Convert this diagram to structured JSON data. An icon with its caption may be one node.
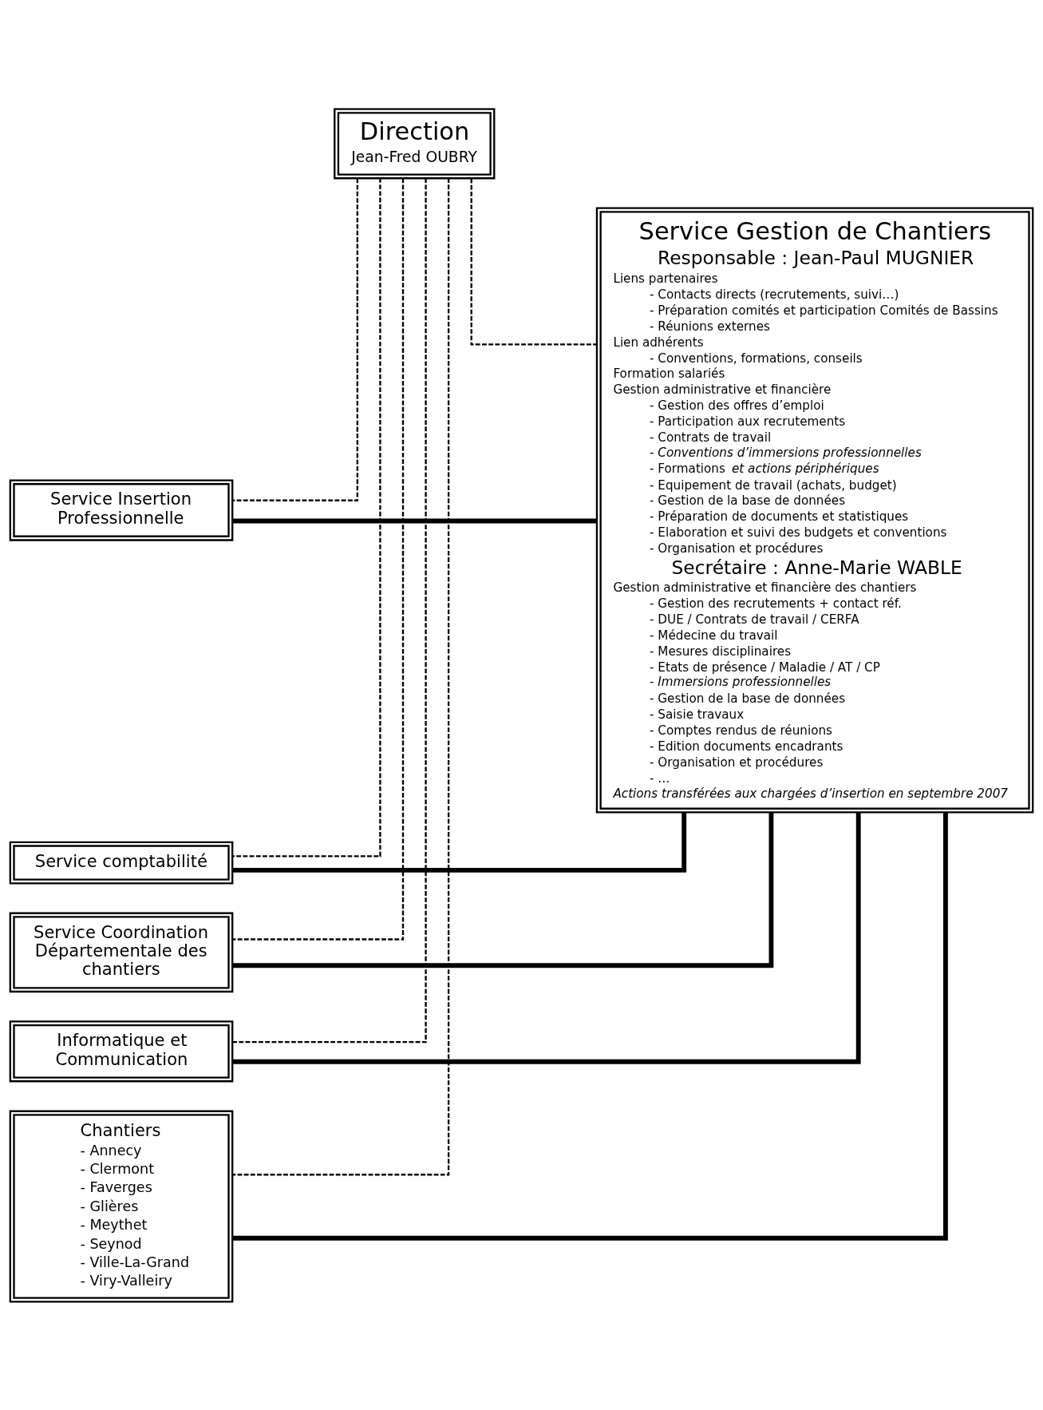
{
  "diagram": {
    "nodes": [
      {
        "text": [
          "Direction",
          "Jean-Fred OUBRY"
        ]
      },
      {
        "text": [
          "Service Insertion Professionnelle"
        ]
      },
      {
        "text": [
          "Service comptabilité"
        ]
      },
      {
        "text": [
          "Service Coordination Départementale des chantiers"
        ]
      },
      {
        "text": [
          "Informatique et Communication"
        ]
      },
      {
        "text": [
          "Chantiers",
          "- Annecy",
          "- Clermont",
          "- Faverges",
          "- Glières",
          "- Meythet",
          "- Seynod",
          "- Ville-La-Grand",
          "- Viry-Valleiry"
        ]
      },
      {
        "text": [
          "Service Gestion de Chantiers",
          "Responsable : Jean-Paul MUGNIER",
          "Liens partenaires",
          "- Contacts directs (recrutements, suivi…)",
          "- Préparation comités et participation Comités de Bassins",
          "- Réunions externes",
          "Lien adhérents",
          "- Conventions, formations, conseils",
          "Formation salariés",
          "Gestion administrative et financière",
          "- Gestion des offres d’emploi",
          "- Participation aux recrutements",
          "- Contrats de travail",
          "- Conventions d’immersions professionnelles",
          "- Formations *et actions périphériques*",
          "- Equipement de travail (achats, budget)",
          "- Gestion de la base de données",
          "- Préparation de documents et statistiques",
          "- Elaboration et suivi des budgets et conventions",
          "- Organisation et procédures",
          "Secrétaire : Anne-Marie WABLE",
          "Gestion administrative et financière des chantiers",
          "- Gestion des recrutements + contact réf.",
          "- DUE / Contrats de travail / CERFA",
          "- Médecine du travail",
          "- Mesures disciplinaires",
          "- Etats de présence / Maladie / AT / CP",
          "- Immersions professionnelles",
          "- Gestion de la base de données",
          "- Saisie travaux",
          "- Comptes rendus de réunions",
          "- Edition documents encadrants",
          "- Organisation et procédures",
          "- …",
          "Actions transférées aux chargées d’insertion en septembre 2007"
        ]
      }
    ],
    "edges": [
      {
        "from": 0,
        "to": 1,
        "arrow": "none",
        "style": "dashed"
      },
      {
        "from": 0,
        "to": 2,
        "arrow": "none",
        "style": "dashed"
      },
      {
        "from": 0,
        "to": 3,
        "arrow": "none",
        "style": "dashed"
      },
      {
        "from": 0,
        "to": 4,
        "arrow": "none",
        "style": "dashed"
      },
      {
        "from": 0,
        "to": 5,
        "arrow": "none",
        "style": "dashed"
      },
      {
        "from": 0,
        "to": 6,
        "arrow": "none",
        "style": "dashed"
      },
      {
        "from": 1,
        "to": 6,
        "arrow": "none",
        "style": "thick"
      },
      {
        "from": 2,
        "to": 6,
        "arrow": "none",
        "style": "thick"
      },
      {
        "from": 3,
        "to": 6,
        "arrow": "none",
        "style": "thick"
      },
      {
        "from": 4,
        "to": 6,
        "arrow": "none",
        "style": "thick"
      },
      {
        "from": 5,
        "to": 6,
        "arrow": "none",
        "style": "thick"
      }
    ]
  }
}
